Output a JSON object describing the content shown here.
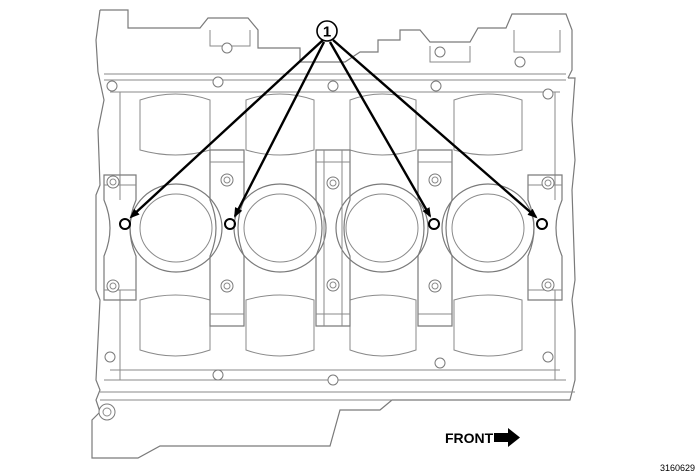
{
  "callout": {
    "number": "1"
  },
  "front_label": "FRONT",
  "figure_id": "3160629",
  "icons": {
    "direction": "arrow-right-icon"
  }
}
